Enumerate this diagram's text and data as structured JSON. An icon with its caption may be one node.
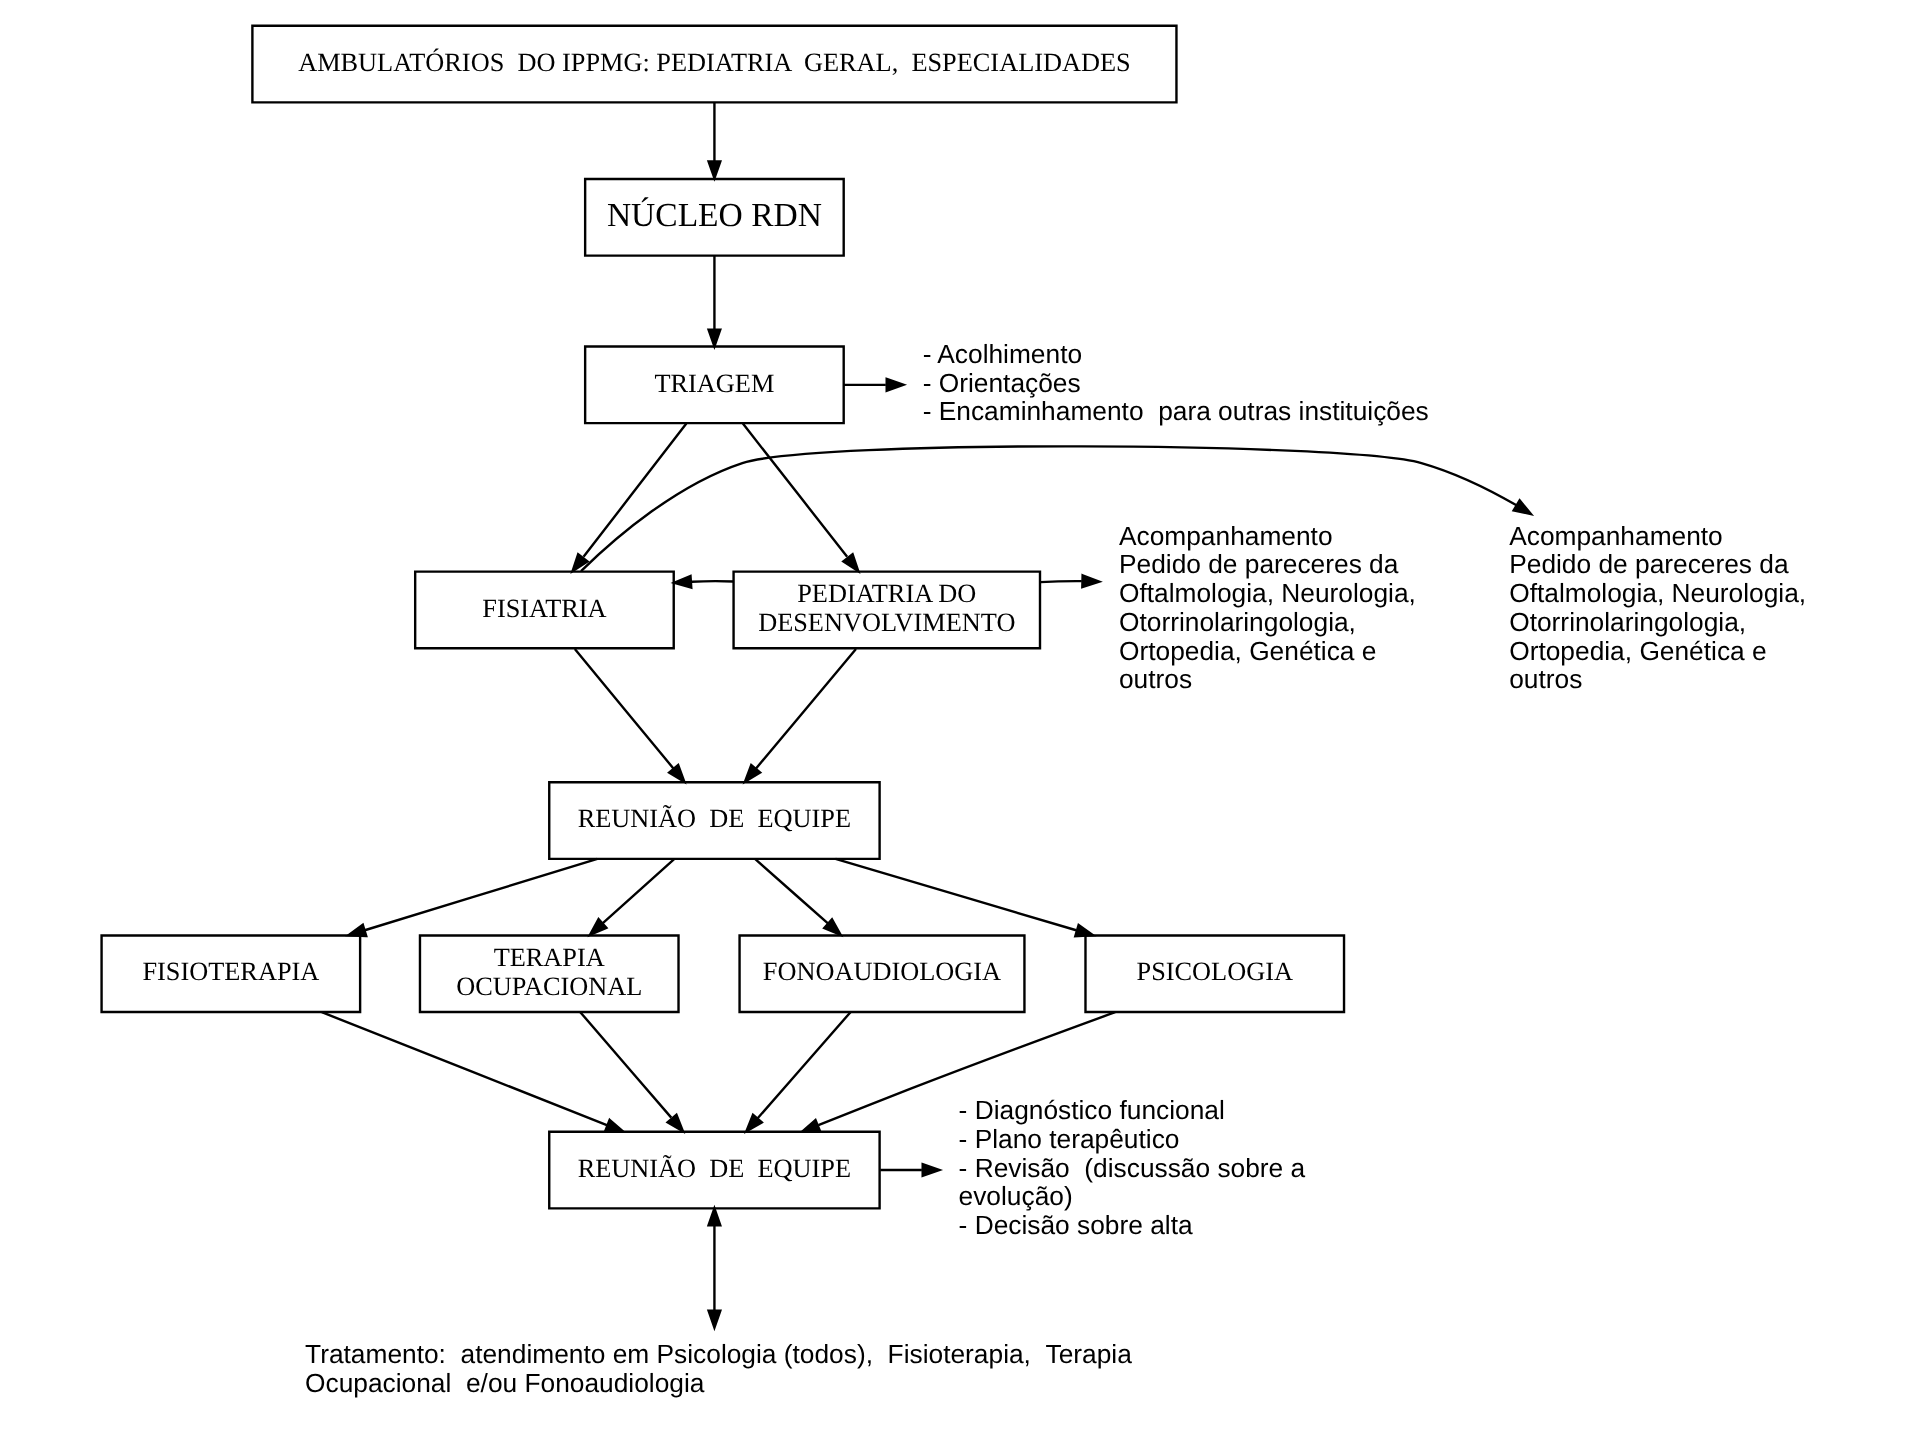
{
  "diagram": {
    "nodes": [
      {
        "text": [
          "AMBULATÓRIOS  DO IPPMG: PEDIATRIA  GERAL,  ESPECIALIDADES"
        ]
      },
      {
        "text": [
          "NÚCLEO RDN"
        ]
      },
      {
        "text": [
          "TRIAGEM"
        ]
      },
      {
        "text": [
          "- Acolhimento",
          "- Orientações",
          "- Encaminhamento  para outras instituições"
        ]
      },
      {
        "text": [
          "Acompanhamento",
          "Pedido de pareceres da Oftalmologia, Neurologia, Otorrinolaringologia, Ortopedia, Genética e outros"
        ]
      },
      {
        "text": [
          "FISIATRIA"
        ]
      },
      {
        "text": [
          "PEDIATRIA DO DESENVOLVIMENTO"
        ]
      },
      {
        "text": [
          "Acompanhamento",
          "Pedido de pareceres da Oftalmologia, Neurologia, Otorrinolaringologia, Ortopedia, Genética e outros"
        ]
      },
      {
        "text": [
          "REUNIÃO  DE  EQUIPE"
        ]
      },
      {
        "text": [
          "FISIOTERAPIA"
        ]
      },
      {
        "text": [
          "TERAPIA OCUPACIONAL"
        ]
      },
      {
        "text": [
          "FONOAUDIOLOGIA"
        ]
      },
      {
        "text": [
          "PSICOLOGIA"
        ]
      },
      {
        "text": [
          "REUNIÃO  DE  EQUIPE"
        ]
      },
      {
        "text": [
          "- Diagnóstico funcional",
          "- Plano terapêutico",
          "- Revisão  (discussão sobre a evolução)",
          "- Decisão sobre alta"
        ]
      },
      {
        "text": [
          "Tratamento:  atendimento em Psicologia (todos),  Fisioterapia,  Terapia  Ocupacional  e/ou Fonoaudiologia"
        ]
      }
    ],
    "edges": [
      {
        "from": 0,
        "to": 1,
        "arrow": "to"
      },
      {
        "from": 1,
        "to": 2,
        "arrow": "to"
      },
      {
        "from": 2,
        "to": 3,
        "arrow": "to"
      },
      {
        "from": 2,
        "to": 5,
        "arrow": "to"
      },
      {
        "from": 2,
        "to": 6,
        "arrow": "to"
      },
      {
        "from": 5,
        "to": 4,
        "arrow": "to"
      },
      {
        "from": 6,
        "to": 5,
        "arrow": "to"
      },
      {
        "from": 6,
        "to": 7,
        "arrow": "to"
      },
      {
        "from": 5,
        "to": 8,
        "arrow": "to"
      },
      {
        "from": 6,
        "to": 8,
        "arrow": "to"
      },
      {
        "from": 8,
        "to": 9,
        "arrow": "to"
      },
      {
        "from": 8,
        "to": 10,
        "arrow": "to"
      },
      {
        "from": 8,
        "to": 11,
        "arrow": "to"
      },
      {
        "from": 8,
        "to": 12,
        "arrow": "to"
      },
      {
        "from": 9,
        "to": 13,
        "arrow": "to"
      },
      {
        "from": 10,
        "to": 13,
        "arrow": "to"
      },
      {
        "from": 11,
        "to": 13,
        "arrow": "to"
      },
      {
        "from": 12,
        "to": 13,
        "arrow": "to"
      },
      {
        "from": 13,
        "to": 14,
        "arrow": "to"
      },
      {
        "from": 13,
        "to": 15,
        "arrow": "both"
      }
    ]
  }
}
